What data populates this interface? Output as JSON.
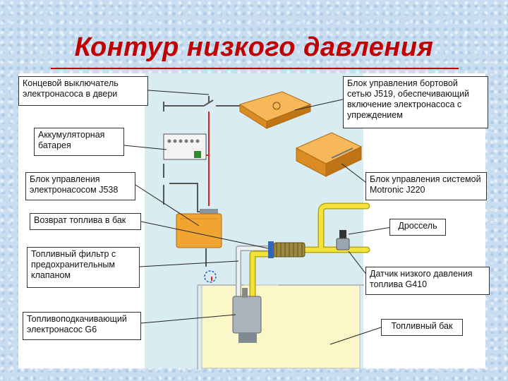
{
  "title": "Контур низкого давления",
  "labels": {
    "door_switch": "Концевой выключатель электронасоса в двери",
    "battery": "Аккумуляторная батарея",
    "pump_control_unit": "Блок управления электронасосом J538",
    "fuel_return": "Возврат топлива в бак",
    "fuel_filter": "Топливный фильтр с предохранительным клапаном",
    "fuel_pump": "Топливоподкачивающий электронасос G6",
    "onboard_control_unit": "Блок управления бортовой сетью J519, обеспечивающий включение электронасоса с упреждением",
    "motronic_unit": "Блок управления системой Motronic J220",
    "throttle": "Дроссель",
    "pressure_sensor": "Датчик низкого давления топлива G410",
    "fuel_tank": "Топливный бак"
  },
  "colors": {
    "title": "#c00000",
    "fuel_line": "#f2e23a",
    "return_line": "#d8dcdf",
    "electric_wire": "#d22222",
    "control_unit": "#f0a432",
    "tank_water": "#d9edf2",
    "tank_fuel": "#fbf7c8",
    "background": "#c9ddf0"
  }
}
